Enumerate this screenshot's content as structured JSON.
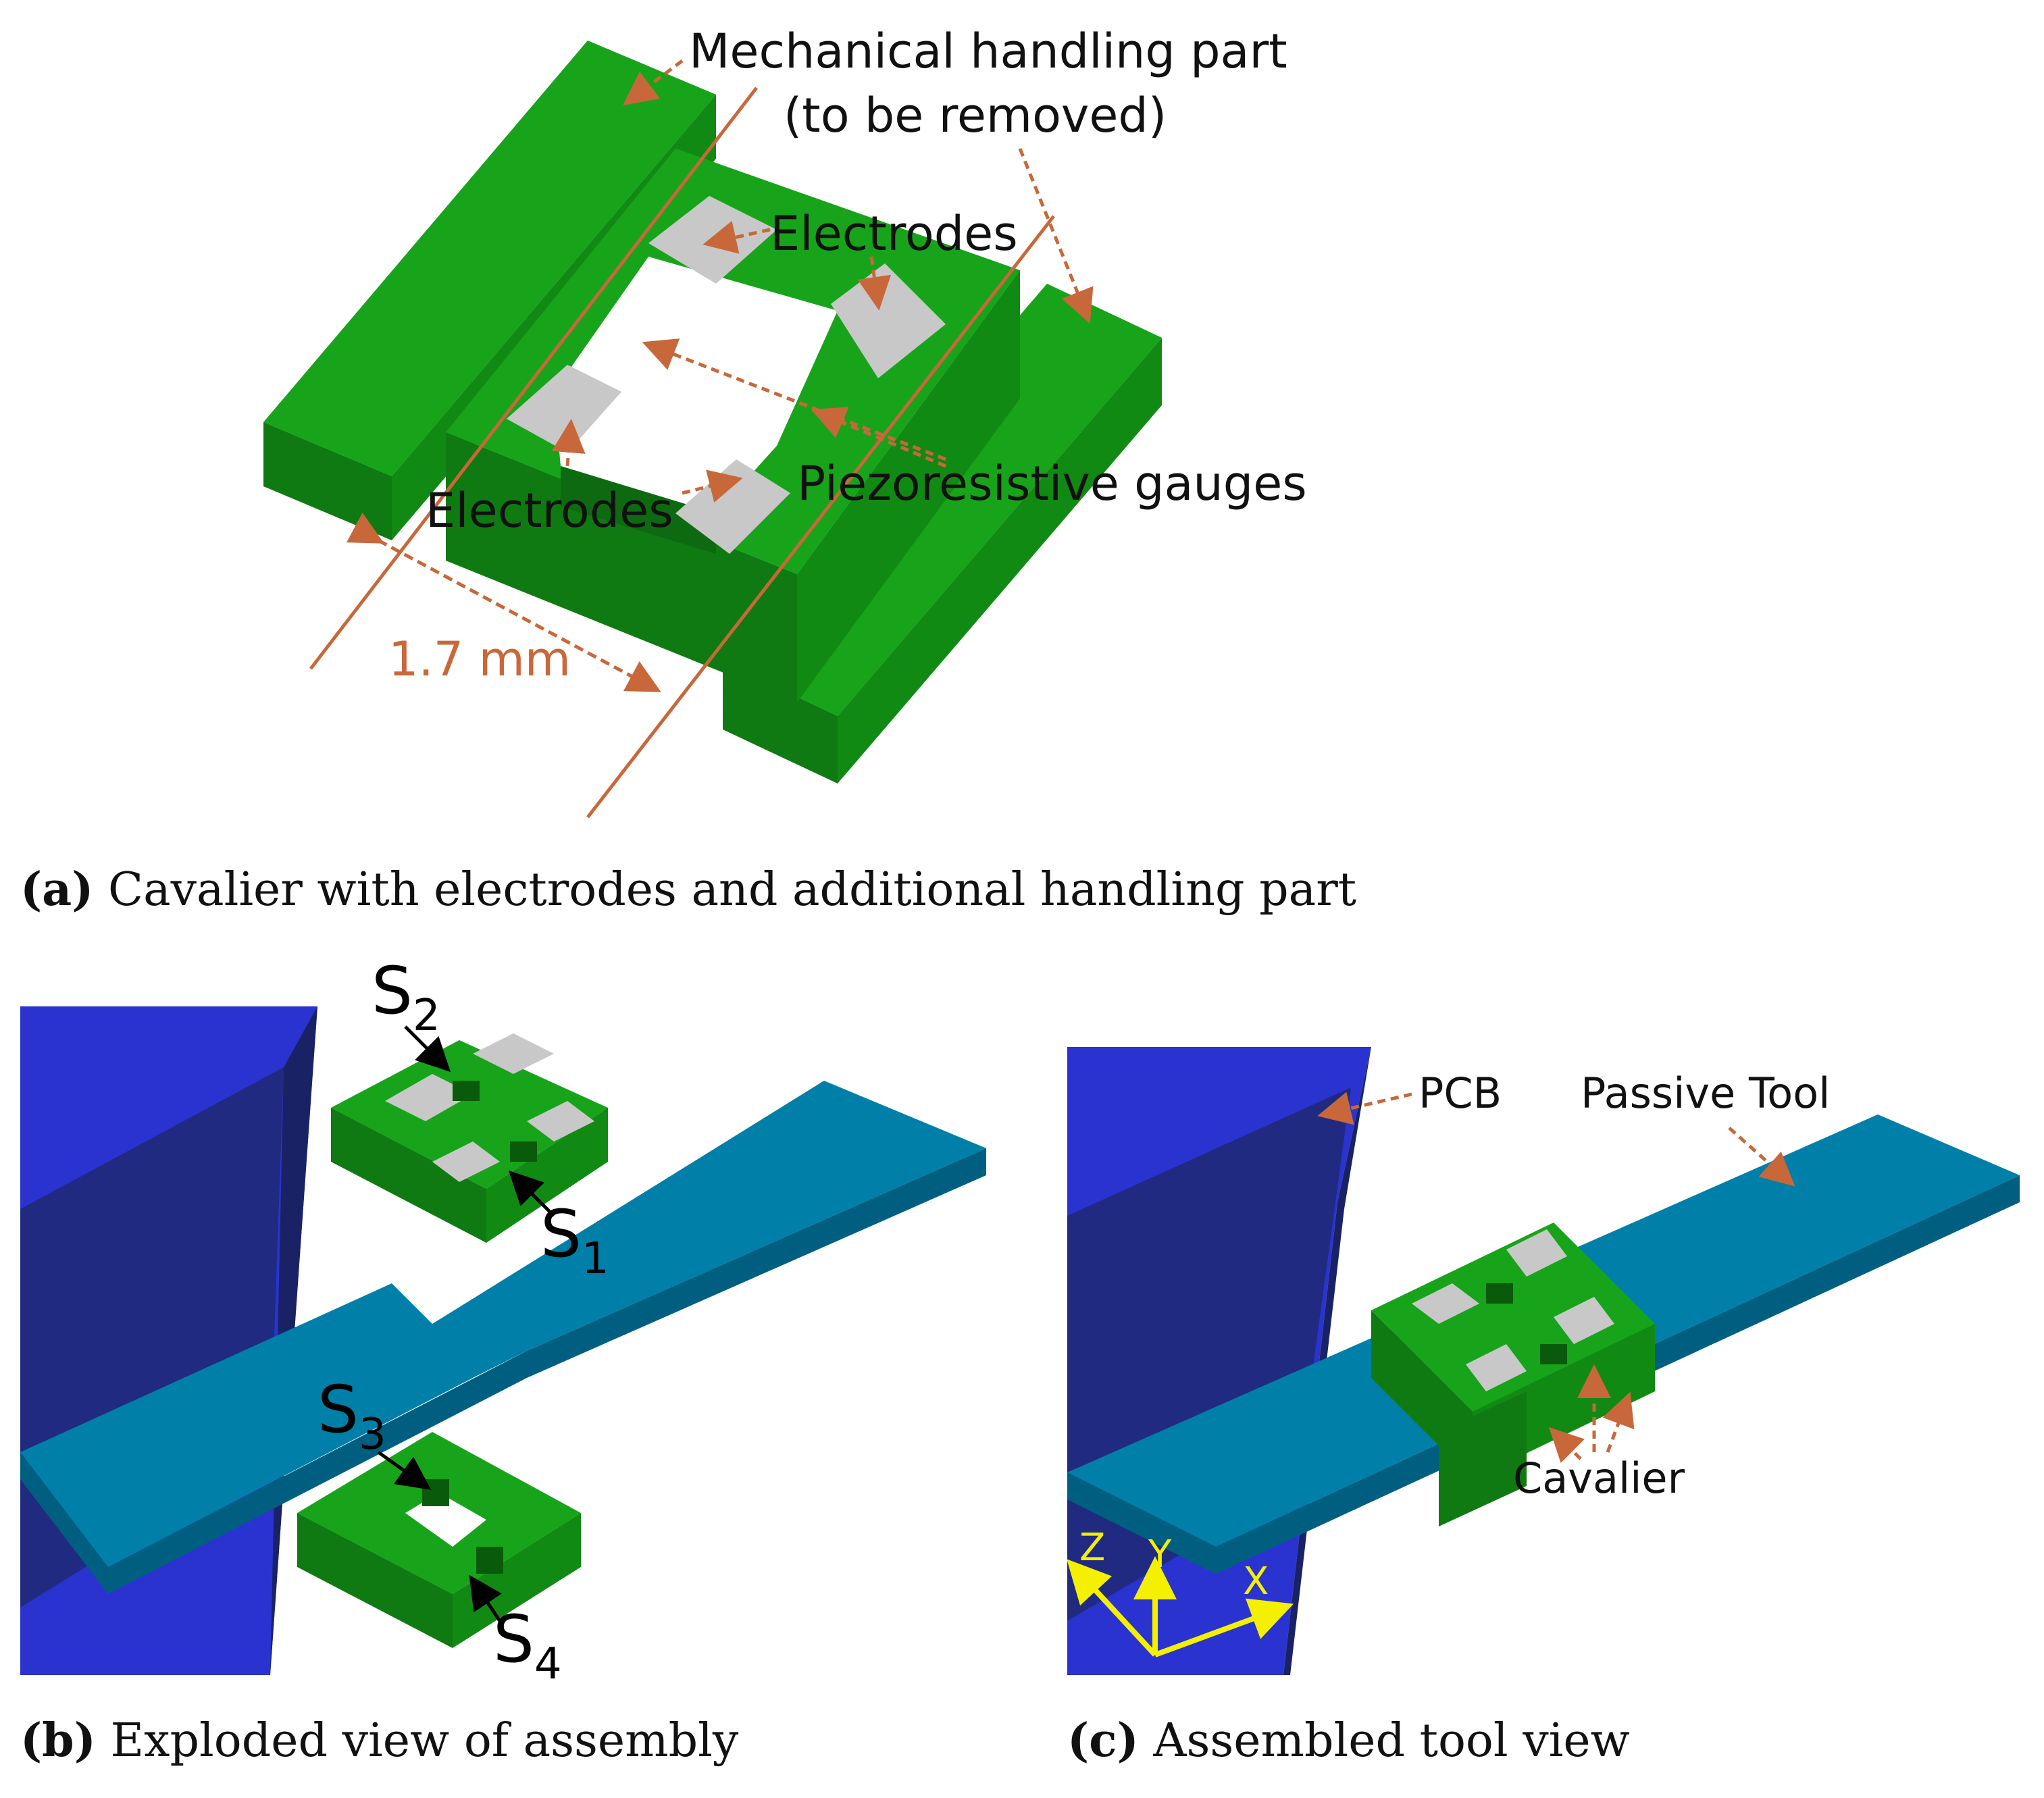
{
  "panel_a": {
    "label_handling_line1": "Mechanical handling part",
    "label_handling_line2": "(to be removed)",
    "label_electrodes_top": "Electrodes",
    "label_electrodes_bottom": "Electrodes",
    "label_gauges": "Piezoresistive gauges",
    "label_dimension": "1.7 mm",
    "caption_tag": "(a)",
    "caption_text": " Cavalier with electrodes and additional handling part"
  },
  "panel_b": {
    "s2": "S",
    "s2_sub": "2",
    "s1": "S",
    "s1_sub": "1",
    "s3": "S",
    "s3_sub": "3",
    "s4": "S",
    "s4_sub": "4",
    "caption_tag": "(b)",
    "caption_text": " Exploded view of assembly"
  },
  "panel_c": {
    "label_pcb": "PCB",
    "label_passive_tool": "Passive Tool",
    "label_cavalier": "Cavalier",
    "axis_z": "Z",
    "axis_y": "Y",
    "axis_x": "X",
    "caption_tag": "(c)",
    "caption_text": " Assembled tool view"
  },
  "colors": {
    "green_top": "#17a41a",
    "green_side": "#0f7a12",
    "electrode": "#c8c8c8",
    "annotation": "#c8683a",
    "pcb_blue": "#2a33d0",
    "pcb_dark": "#202a80",
    "tool_blue": "#0080a8",
    "axis_yellow": "#f4f000"
  }
}
